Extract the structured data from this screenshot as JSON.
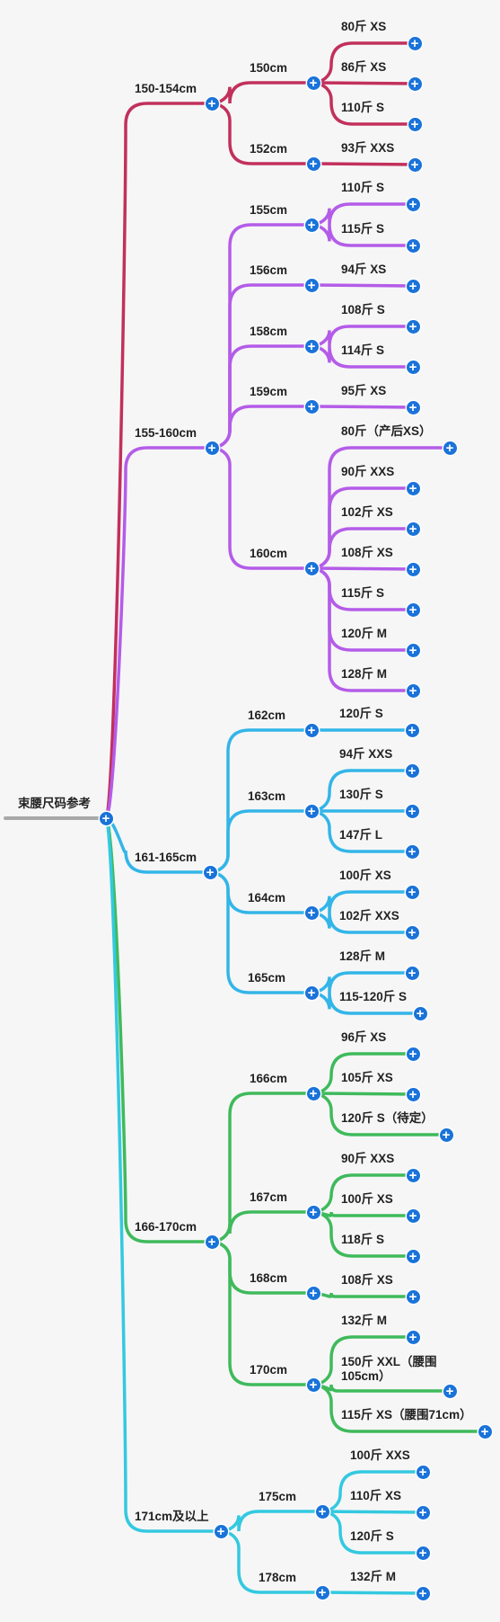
{
  "root": {
    "label": "束腰尺码参考",
    "color": "#a8a8a8"
  },
  "branches": [
    {
      "label": "150-154cm",
      "color": "#c2305c",
      "children": [
        {
          "label": "150cm",
          "children": [
            "80斤 XS",
            "86斤 XS",
            "110斤 S"
          ]
        },
        {
          "label": "152cm",
          "children": [
            "93斤 XXS"
          ]
        }
      ]
    },
    {
      "label": "155-160cm",
      "color": "#b45ce8",
      "children": [
        {
          "label": "155cm",
          "children": [
            "110斤 S",
            "115斤 S"
          ]
        },
        {
          "label": "156cm",
          "children": [
            "94斤 XS"
          ]
        },
        {
          "label": "158cm",
          "children": [
            "108斤 S",
            "114斤 S"
          ]
        },
        {
          "label": "159cm",
          "children": [
            "95斤 XS"
          ]
        },
        {
          "label": "160cm",
          "children": [
            "80斤（产后XS）",
            "90斤 XXS",
            "102斤 XS",
            "108斤 XS",
            "115斤 S",
            "120斤 M",
            "128斤 M"
          ]
        }
      ]
    },
    {
      "label": "161-165cm",
      "color": "#33b5e8",
      "children": [
        {
          "label": "162cm",
          "children": [
            "120斤 S"
          ]
        },
        {
          "label": "163cm",
          "children": [
            "94斤 XXS",
            "130斤 S",
            "147斤 L"
          ]
        },
        {
          "label": "164cm",
          "children": [
            "100斤 XS",
            "102斤 XXS"
          ]
        },
        {
          "label": "165cm",
          "children": [
            "128斤 M",
            "115-120斤 S"
          ]
        }
      ]
    },
    {
      "label": "166-170cm",
      "color": "#3fba5c",
      "children": [
        {
          "label": "166cm",
          "children": [
            "96斤 XS",
            "105斤 XS",
            "120斤 S（待定）"
          ]
        },
        {
          "label": "167cm",
          "children": [
            "90斤 XXS",
            "100斤 XS",
            "118斤 S"
          ]
        },
        {
          "label": "168cm",
          "children": [
            "108斤 XS"
          ]
        },
        {
          "label": "170cm",
          "children": [
            "132斤 M",
            "150斤 XXL（腰围105cm）",
            "115斤 XS（腰围71cm）"
          ]
        }
      ]
    },
    {
      "label": "171cm及以上",
      "color": "#33c9e0",
      "children": [
        {
          "label": "175cm",
          "children": [
            "100斤 XXS",
            "110斤 XS",
            "120斤 S"
          ]
        },
        {
          "label": "178cm",
          "children": [
            "132斤 M"
          ]
        }
      ]
    }
  ],
  "expand_icon": "plus-circle-icon"
}
